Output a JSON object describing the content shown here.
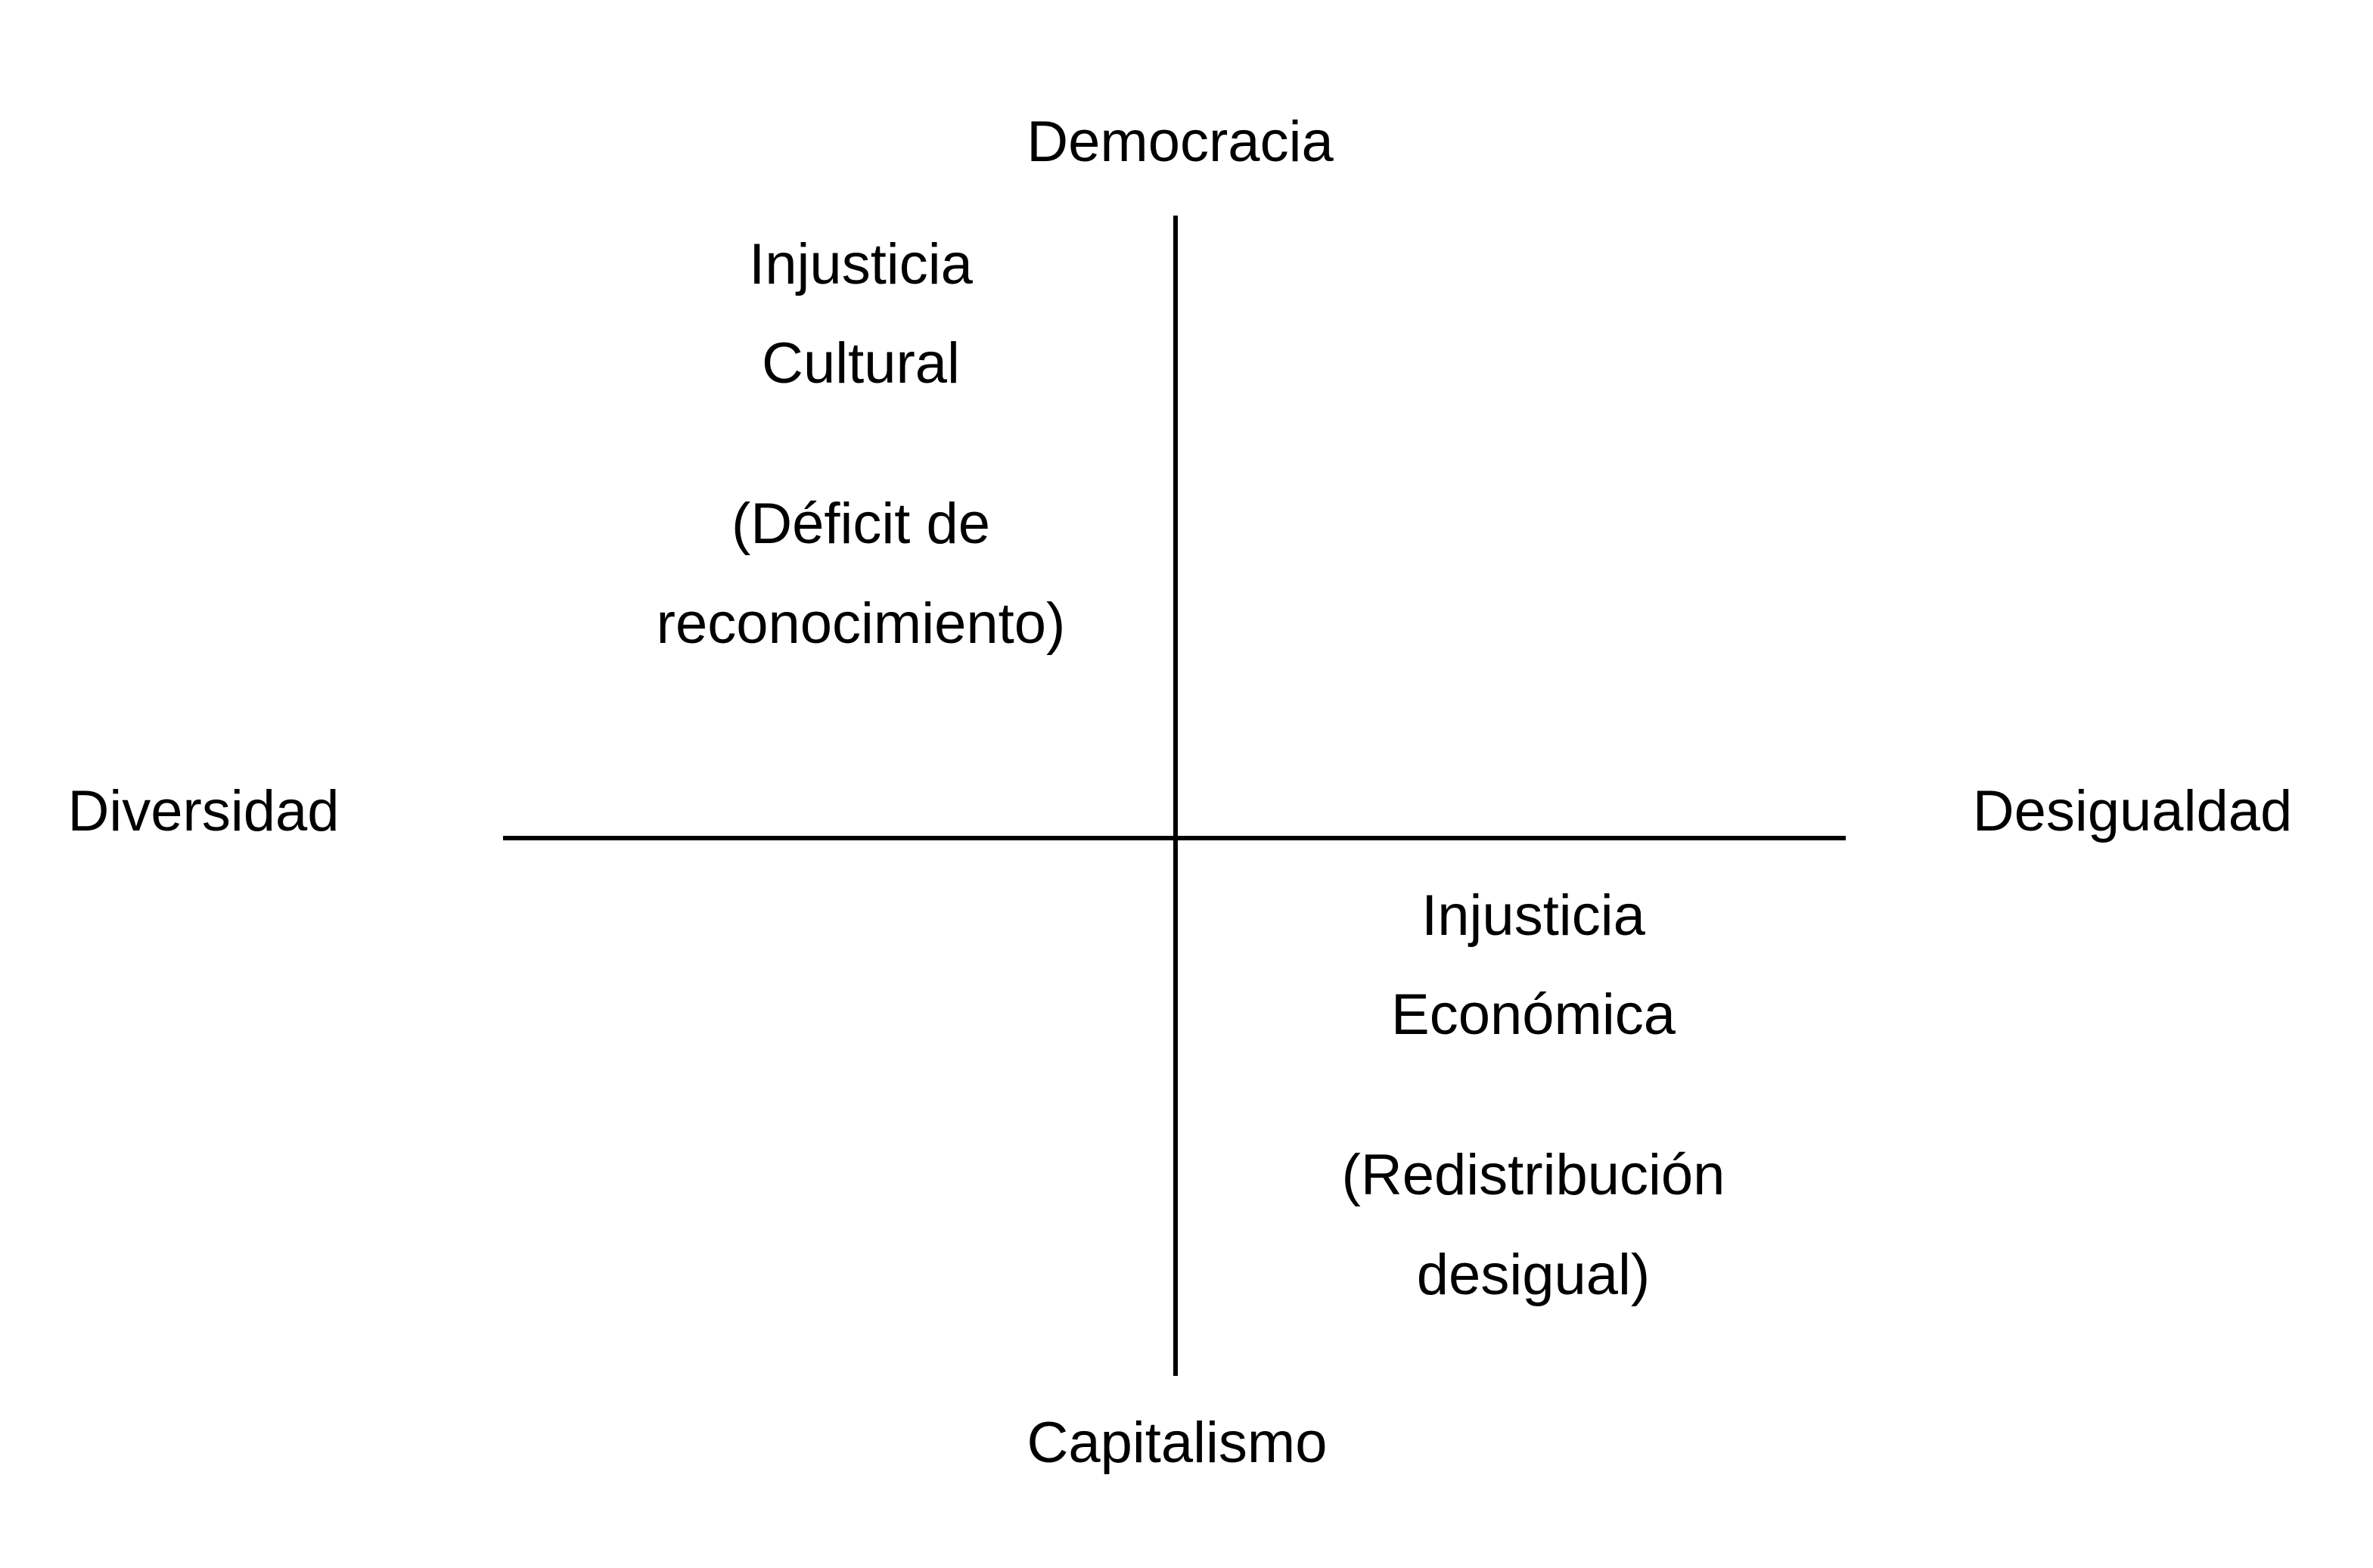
{
  "axes": {
    "top": "Democracia",
    "bottom": "Capitalismo",
    "left": "Diversidad",
    "right": "Desigualdad"
  },
  "quadrants": {
    "upper_left": {
      "title_line1": "Injusticia",
      "title_line2": "Cultural",
      "sub_line1": "(Déficit de",
      "sub_line2": "reconocimiento)"
    },
    "lower_right": {
      "title_line1": "Injusticia",
      "title_line2": "Económica",
      "sub_line1": "(Redistribución",
      "sub_line2": "desigual)"
    }
  }
}
